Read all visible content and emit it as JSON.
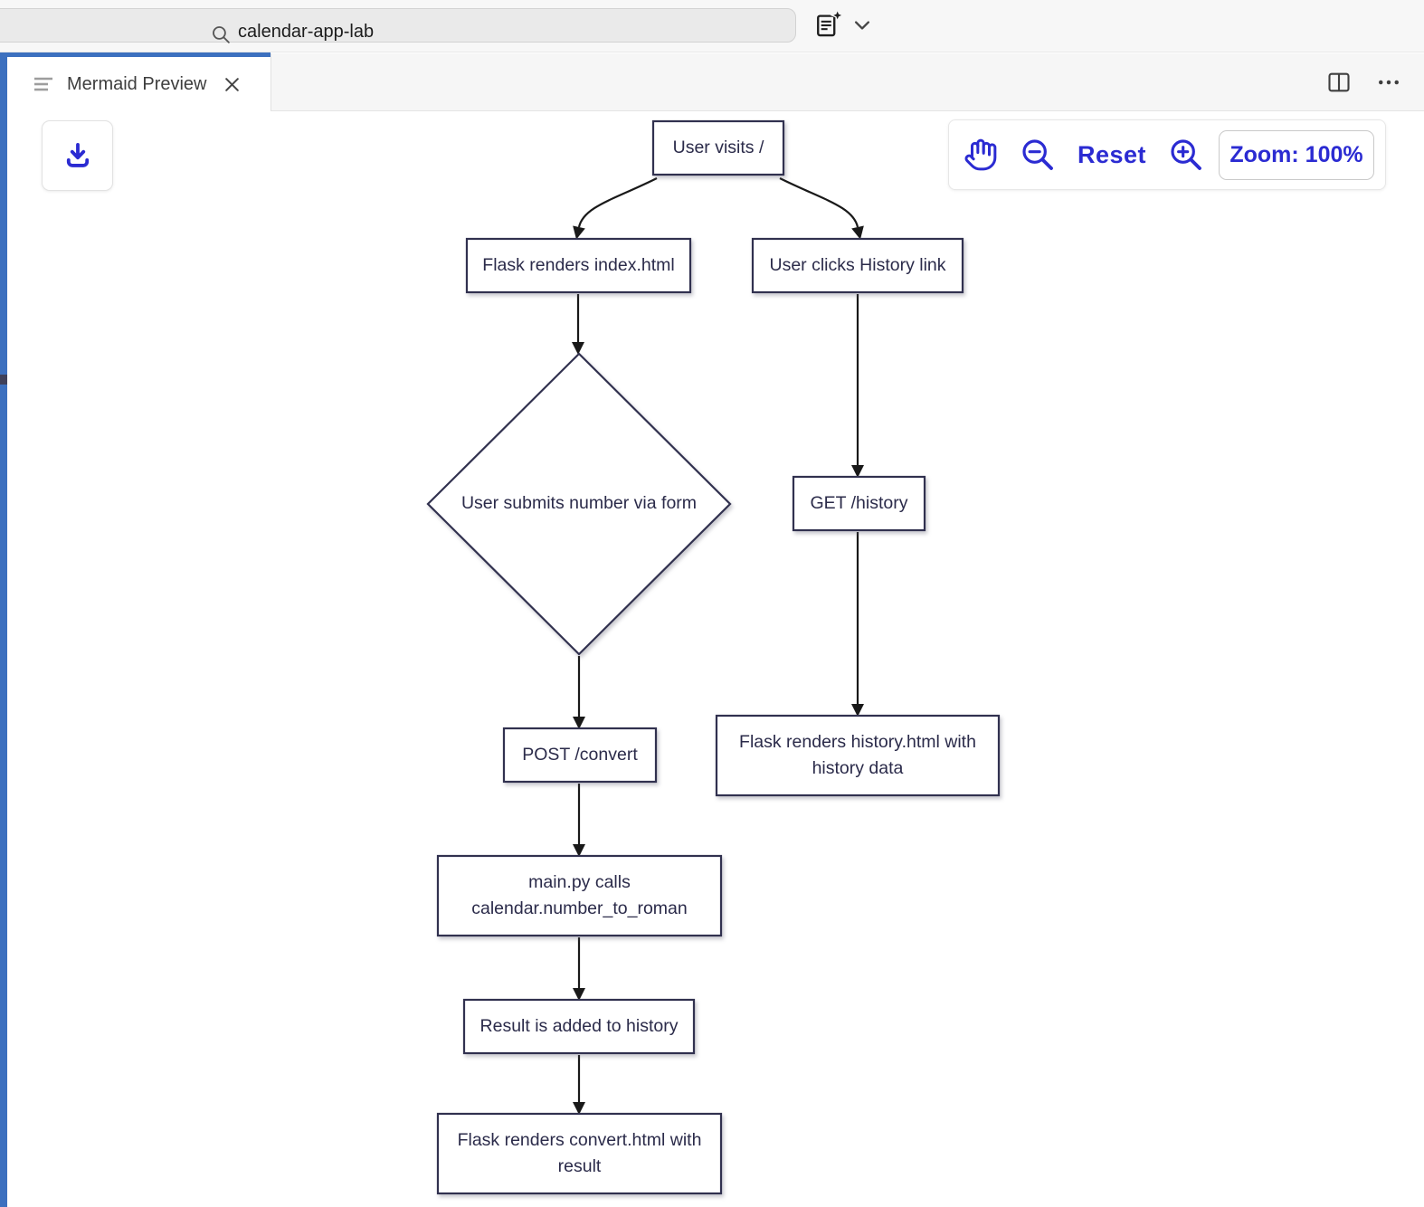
{
  "titlebar": {
    "search_value": "calendar-app-lab"
  },
  "tab": {
    "title": "Mermaid Preview"
  },
  "preview_toolbar": {
    "reset_label": "Reset",
    "zoom_label": "Zoom: 100%"
  },
  "icons": {
    "search": "magnifier",
    "new_chat_doc": "document-with-sparkle",
    "chevron_down": "chevron-down",
    "tab_outline": "list-lines",
    "close": "x-cross",
    "split_editor": "split-pane",
    "more_actions": "ellipsis",
    "download": "download-tray-arrow",
    "pan": "hand",
    "zoom_out": "magnifier-minus",
    "zoom_in": "magnifier-plus"
  },
  "colors": {
    "accent_blue": "#2b2bd2",
    "focus_border": "#3c70bf",
    "node_stroke": "#31314f",
    "node_text": "#2b2b4a",
    "edge": "#191919"
  },
  "diagram": {
    "nodes": [
      {
        "id": "A",
        "shape": "rect",
        "label": "User visits /"
      },
      {
        "id": "B",
        "shape": "rect",
        "label": "Flask renders index.html"
      },
      {
        "id": "C",
        "shape": "rect",
        "label": "User clicks History link"
      },
      {
        "id": "D",
        "shape": "diamond",
        "label": "User submits number via form"
      },
      {
        "id": "E",
        "shape": "rect",
        "label": "GET /history"
      },
      {
        "id": "F",
        "shape": "rect",
        "label": "POST /convert"
      },
      {
        "id": "G",
        "shape": "rect",
        "label": "Flask renders history.html with\nhistory data"
      },
      {
        "id": "H",
        "shape": "rect",
        "label": "main.py calls\ncalendar.number_to_roman"
      },
      {
        "id": "I",
        "shape": "rect",
        "label": "Result is added to history"
      },
      {
        "id": "J",
        "shape": "rect",
        "label": "Flask renders convert.html with\nresult"
      }
    ],
    "edges": [
      "A->B",
      "A->C",
      "B->D",
      "C->E",
      "D->F",
      "E->G",
      "F->H",
      "H->I",
      "I->J"
    ]
  }
}
